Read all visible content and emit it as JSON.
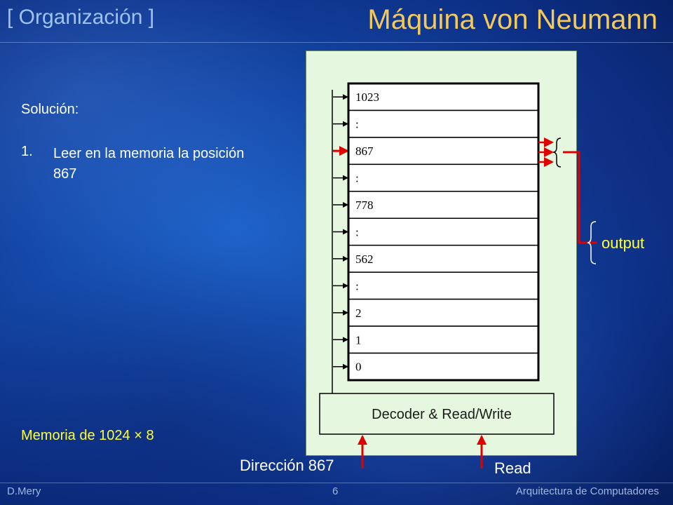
{
  "header": {
    "section": "[ Organización ]",
    "title": "Máquina von Neumann"
  },
  "content": {
    "solution_label": "Solución:",
    "step_number": "1.",
    "step_text": "Leer en la memoria la posición 867",
    "memory_note": "Memoria de 1024 × 8"
  },
  "diagram": {
    "memory_cells": [
      "1023",
      ":",
      "867",
      ":",
      "778",
      ":",
      "562",
      ":",
      "2",
      "1",
      "0"
    ],
    "selected_cell": "867",
    "decoder_label": "Decoder & Read/Write",
    "address_label": "Dirección 867",
    "read_label": "Read",
    "output_label": "output",
    "highlight_color": "#e00000"
  },
  "footer": {
    "author": "D.Mery",
    "page": "6",
    "course": "Arquitectura de Computadores"
  }
}
